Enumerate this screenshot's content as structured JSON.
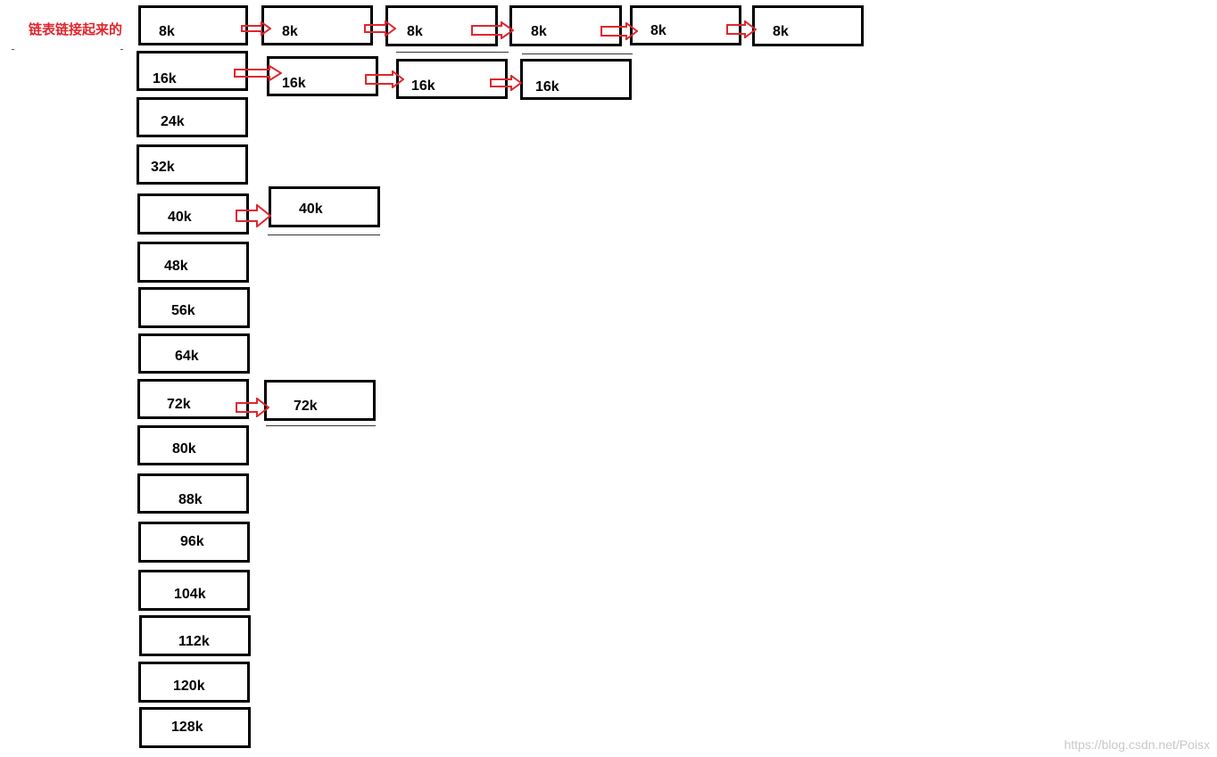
{
  "caption": "链表链接起来的",
  "watermark": "https://blog.csdn.net/Poisx",
  "colors": {
    "arrow": "#e0262e",
    "border": "#000000",
    "caption": "#e0262e"
  },
  "size_classes": [
    "8k",
    "16k",
    "24k",
    "32k",
    "40k",
    "48k",
    "56k",
    "64k",
    "72k",
    "80k",
    "88k",
    "96k",
    "104k",
    "112k",
    "120k",
    "128k"
  ],
  "chains": {
    "8k": [
      "8k",
      "8k",
      "8k",
      "8k",
      "8k"
    ],
    "16k": [
      "16k",
      "16k",
      "16k"
    ],
    "40k": [
      "40k"
    ],
    "72k": [
      "72k"
    ]
  }
}
